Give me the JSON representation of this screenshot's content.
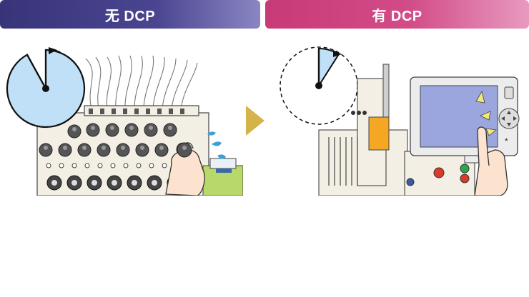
{
  "panels": {
    "left": {
      "title": "无 DCP",
      "banner_color": "#3f3b86",
      "clock_fill": "#bfe0f6",
      "clock_elapsed_fraction": 0.92
    },
    "right": {
      "title": "有 DCP",
      "banner_color": "#cc4280",
      "clock_fill": "#bfe0f6",
      "clock_elapsed_fraction": 0.09,
      "screen_color": "#9aa6dd"
    }
  },
  "arrow_color": "#d6b24a",
  "icons": [
    "stopwatch-icon",
    "hand-icon",
    "arrow-right-icon",
    "water-drops-icon"
  ]
}
